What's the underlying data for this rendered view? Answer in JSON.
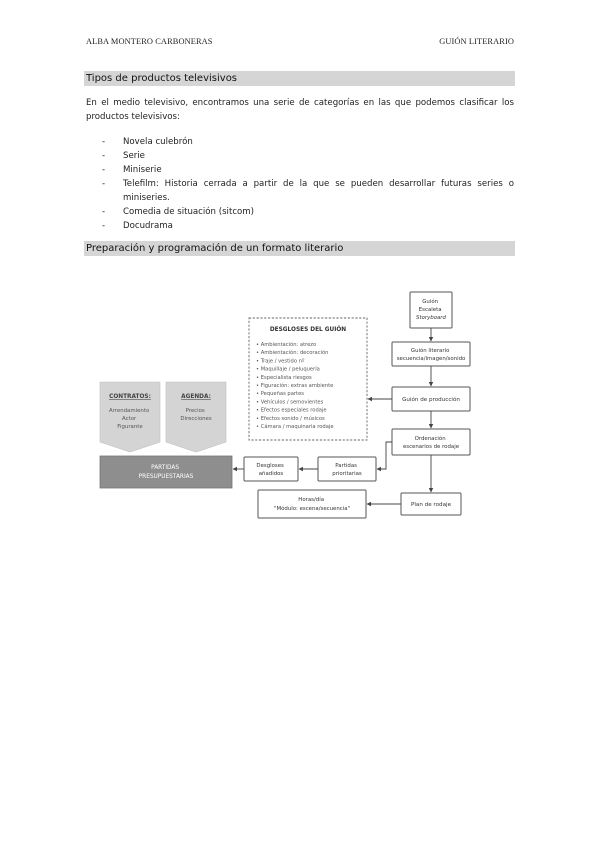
{
  "header": {
    "author": "ALBA MONTERO CARBONERAS",
    "doc_title": "GUIÓN LITERARIO"
  },
  "sections": {
    "tipos": {
      "title": "Tipos de productos televisivos",
      "intro": "En el medio televisivo, encontramos una serie de categorías en las que podemos clasificar los productos televisivos:",
      "items": [
        "Novela culebrón",
        "Serie",
        "Miniserie",
        "Telefilm: Historia cerrada a partir de la que se pueden desarrollar futuras series o miniseries.",
        "Comedia de situación (sitcom)",
        "Docudrama"
      ]
    },
    "preparacion": {
      "title": "Preparación y programación de un formato literario"
    }
  },
  "diagram": {
    "guion": [
      "Guión",
      "Escaleta",
      "Storyboard"
    ],
    "guion_literario": [
      "Guión literario",
      "secuencia/imagen/sonido"
    ],
    "guion_produccion": "Guión de producción",
    "ordenacion": [
      "Ordenación",
      "escenarios de rodaje"
    ],
    "plan_rodaje": "Plan de rodaje",
    "horas": [
      "Horas/día",
      "\"Módulo: escena/secuencia\""
    ],
    "partidas_prioritarias": [
      "Partidas",
      "prioritarias"
    ],
    "desgloses_anadidos": [
      "Desgloses",
      "añadidos"
    ],
    "partidas_presupuestarias": [
      "PARTIDAS",
      "PRESUPUESTARIAS"
    ],
    "contratos": {
      "title": "CONTRATOS:",
      "items": [
        "Arrendamiento",
        "Actor",
        "Figurante"
      ]
    },
    "agenda": {
      "title": "AGENDA:",
      "items": [
        "Precios",
        "Direcciones"
      ]
    },
    "desgloses": {
      "title": "DESGLOSES DEL GUIÓN",
      "items": [
        "Ambientación: atrezo",
        "Ambientación: decoración",
        "Traje / vestido nº",
        "Maquillaje / peluquería",
        "Especialista riesgos",
        "Figuración: extras ambiente",
        "Pequeñas partes",
        "Vehículos / semovientes",
        "Efectos especiales rodaje",
        "Efectos sonido / músicos",
        "Cámara / maquinaria rodaje"
      ]
    }
  }
}
